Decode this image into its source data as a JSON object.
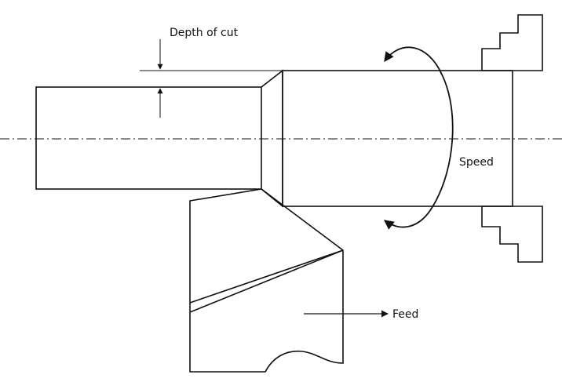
{
  "labels": {
    "depth_of_cut": "Depth of cut",
    "speed": "Speed",
    "feed": "Feed"
  },
  "colors": {
    "stroke": "#111111",
    "centerline": "#111111",
    "background": "#ffffff"
  }
}
